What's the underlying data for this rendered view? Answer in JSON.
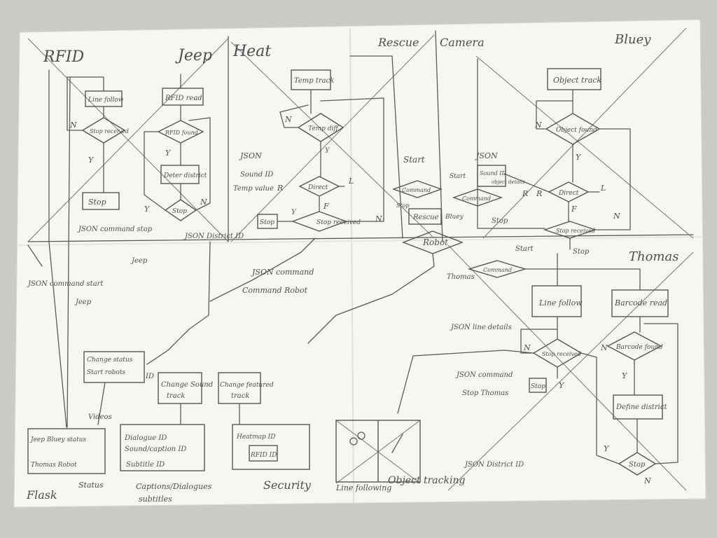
{
  "colors": {
    "background": "#c9cbc4",
    "paper": "#f6f6f3",
    "ink": "#4e4e4e"
  },
  "sections": {
    "rfid": "RFID",
    "jeep": "Jeep",
    "heat": "Heat",
    "rescue": "Rescue",
    "camera": "Camera",
    "bluey": "Bluey",
    "thomas": "Thomas"
  },
  "rfid": {
    "line_follow": "Line follow",
    "n": "N",
    "stop_received": "Stop received",
    "y": "Y",
    "stop": "Stop",
    "json_stop": "JSON command stop",
    "jeep": "Jeep",
    "json_start": "JSON command start",
    "jeep2": "Jeep"
  },
  "jeep": {
    "rfid_read": "RFID read",
    "rfid_found": "RFID found",
    "y": "Y",
    "determine_district": "Deter district",
    "y2": "Y",
    "stop": "Stop",
    "n": "N",
    "json_district": "JSON District ID"
  },
  "heat": {
    "temp_track": "Temp track",
    "n": "N",
    "temp_diff": "Temp diff",
    "y": "Y",
    "json": "JSON",
    "sound_id": "Sound ID",
    "temp_value": "Temp value",
    "r": "R",
    "direct": "Direct",
    "l": "L",
    "f": "F",
    "stop": "Stop",
    "y2": "Y",
    "stop_received": "Stop received",
    "n2": "N"
  },
  "middle": {
    "json_command": "JSON command",
    "command_robot": "Command Robot"
  },
  "rescue": {
    "start": "Start",
    "command": "Command",
    "stop": "Stop",
    "rescue": "Rescue",
    "bluey": "Bluey",
    "robot": "Robot",
    "thomas": "Thomas"
  },
  "camera": {
    "json": "JSON",
    "sound_id": "Sound ID",
    "object_details": "object details",
    "start": "Start",
    "command": "Command",
    "stop": "Stop",
    "r": "R"
  },
  "bluey": {
    "object_track": "Object track",
    "n": "N",
    "object_found": "Object found",
    "y": "Y",
    "r": "R",
    "direct": "Direct",
    "l": "L",
    "f": "F",
    "stop_received": "Stop received",
    "n2": "N",
    "start": "Start",
    "stop": "Stop"
  },
  "thomas": {
    "command": "Command",
    "line_follow": "Line follow",
    "n": "N",
    "stop_received": "Stop received",
    "stop": "Stop",
    "y": "Y",
    "json_line": "JSON line details",
    "json_command": "JSON command",
    "stop_thomas": "Stop Thomas",
    "barcode_read": "Barcode read",
    "n2": "N",
    "barcode_found": "Barcode found",
    "y2": "Y",
    "define_district": "Define district",
    "y3": "Y",
    "stop2": "Stop",
    "n3": "N",
    "json_district": "JSON District ID"
  },
  "ui": {
    "change_status": "Change status",
    "start_robots": "Start robots",
    "id": "ID",
    "change_sound": "Change Sound",
    "track": "track",
    "change_featured": "Change featured",
    "track2": "track",
    "videos": "Videos",
    "jeep_status": "Jeep Bluey status",
    "thomas_robot": "Thomas Robot",
    "dialogue_id": "Dialogue ID",
    "sound_caption": "Sound/caption ID",
    "subtitle_id": "Subtitle ID",
    "heatmap_id": "Heatmap ID",
    "rfid_id": "RFID ID",
    "flask": "Flask",
    "status": "Status",
    "captions": "Captions/Dialogues",
    "subtitles": "subtitles",
    "security": "Security",
    "line_following": "Line following",
    "object_tracking": "Object tracking"
  }
}
